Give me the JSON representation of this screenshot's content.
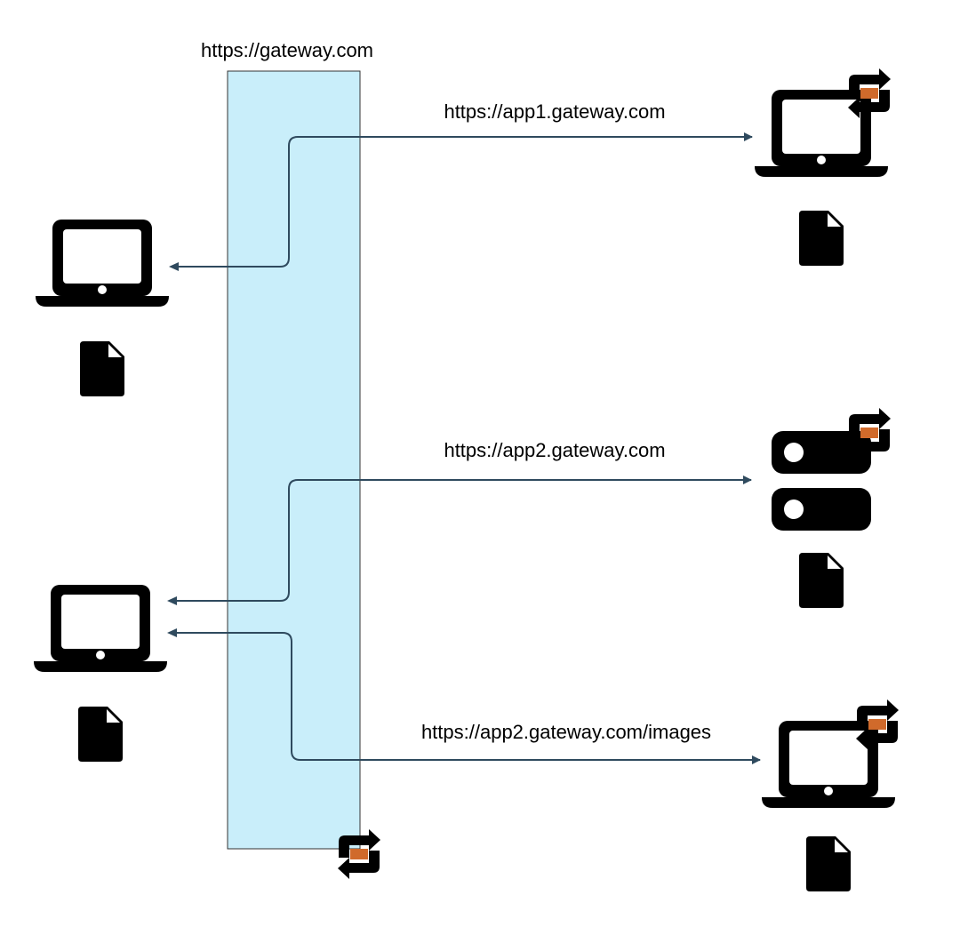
{
  "gateway": {
    "label": "https://gateway.com",
    "fill": "#C9EEFA",
    "stroke": "#333333"
  },
  "routes": [
    {
      "url": "https://app1.gateway.com"
    },
    {
      "url": "https://app2.gateway.com"
    },
    {
      "url": "https://app2.gateway.com/images"
    }
  ],
  "colors": {
    "connector": "#2F4A5E",
    "icon": "#000000",
    "sync_accent": "#D06A2B"
  },
  "icons": {
    "client": "laptop-icon",
    "document": "file-icon",
    "server": "server-icon",
    "sync": "sync-icon"
  }
}
